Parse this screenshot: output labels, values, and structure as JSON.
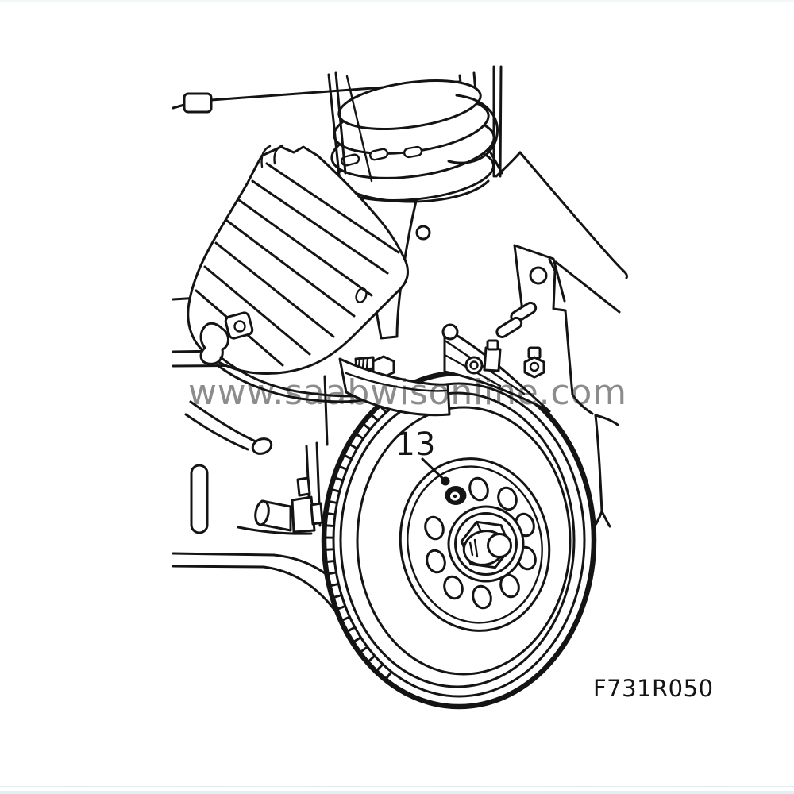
{
  "page": {
    "background_color": "#ffffff",
    "ink_color": "#141414"
  },
  "watermark": {
    "text": "www.saabwisonline.com",
    "color": "#8c8c8c"
  },
  "figure": {
    "code": "F731R050",
    "callout": {
      "number": "13"
    },
    "parts_depicted": [
      "coil spring and spring seat",
      "suspension strut",
      "brake caliper with brake hose",
      "steering knuckle",
      "brake disc with hub and wheel stud holes",
      "disc locating screw (callout 13)",
      "splash shield",
      "wheel arch body panels and subframe"
    ]
  }
}
